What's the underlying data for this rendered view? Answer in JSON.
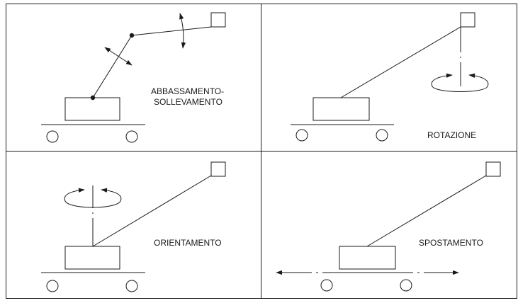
{
  "panels": {
    "top_left": {
      "label_line1": "ABBASSAMENTO-",
      "label_line2": "SOLLEVAMENTO"
    },
    "top_right": {
      "label": "ROTAZIONE"
    },
    "bottom_left": {
      "label": "ORIENTAMENTO"
    },
    "bottom_right": {
      "label": "SPOSTAMENTO"
    }
  },
  "colors": {
    "line": "#1a1a1a",
    "background": "#ffffff"
  }
}
